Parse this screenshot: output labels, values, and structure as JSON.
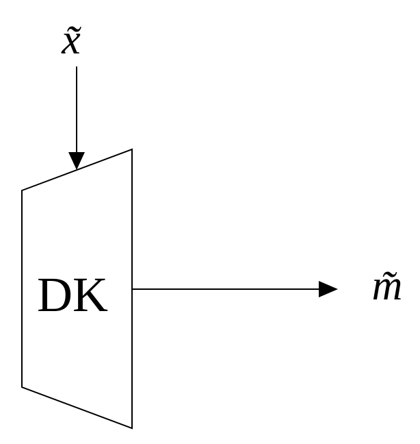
{
  "diagram": {
    "block_label": "DK",
    "input_label": "x̃",
    "output_label": "m̃",
    "stroke_color": "#000000",
    "background_color": "#ffffff"
  }
}
